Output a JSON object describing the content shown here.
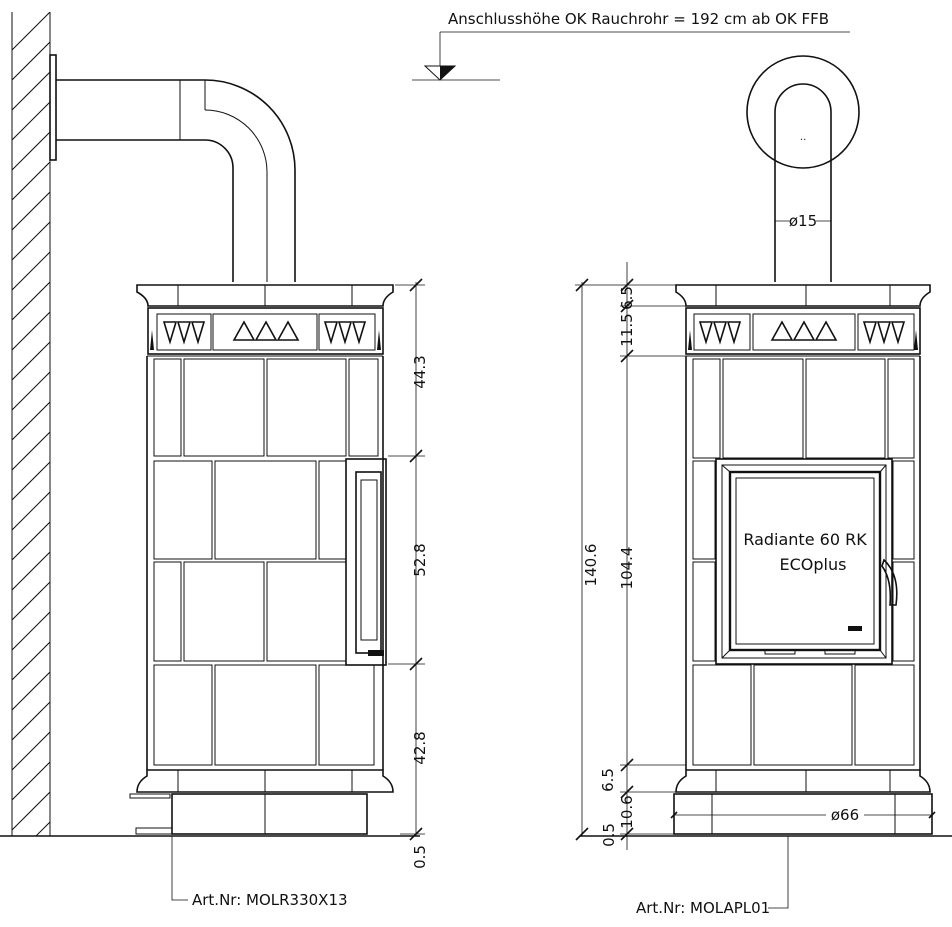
{
  "header": {
    "connection_height_note": "Anschlusshöhe OK Rauchrohr = 192 cm ab OK FFB"
  },
  "side_view": {
    "dimensions": {
      "upper_section": "44.3",
      "middle_section": "52.8",
      "lower_section": "42.8",
      "floor_gap": "0.5"
    },
    "article_label": "Art.Nr: MOLR330X13"
  },
  "front_view": {
    "dimensions": {
      "pipe_diameter": "ø15",
      "top_cap": "6.5",
      "decor_band": "11.5",
      "total_height": "140.6",
      "body_height": "104.4",
      "base_cap": "6.5",
      "plinth": "10.6",
      "floor_gap": "0.5",
      "plinth_diameter": "ø66"
    },
    "door_text_line1": "Radiante 60 RK",
    "door_text_line2": "ECOplus",
    "article_label": "Art.Nr: MOLAPL01"
  }
}
